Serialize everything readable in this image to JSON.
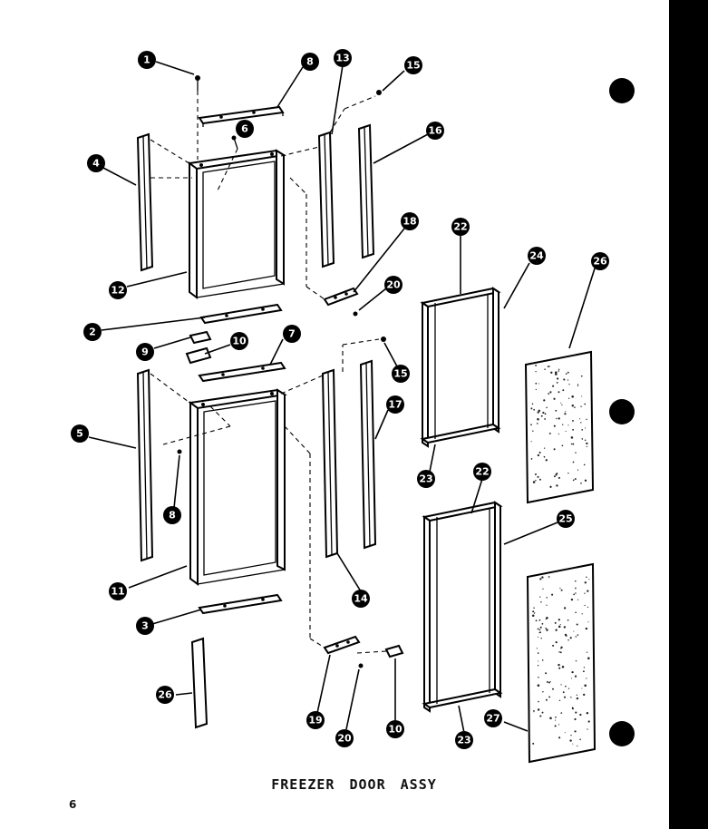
{
  "title": "FREEZER DOOR ASSY",
  "page_number": "6",
  "callouts": [
    "1",
    "8",
    "13",
    "15",
    "6",
    "4",
    "16",
    "12",
    "18",
    "20",
    "22",
    "24",
    "26",
    "2",
    "9",
    "10",
    "7",
    "15",
    "17",
    "5",
    "8",
    "23",
    "22",
    "25",
    "11",
    "14",
    "3",
    "26",
    "19",
    "20",
    "10",
    "23",
    "27"
  ]
}
